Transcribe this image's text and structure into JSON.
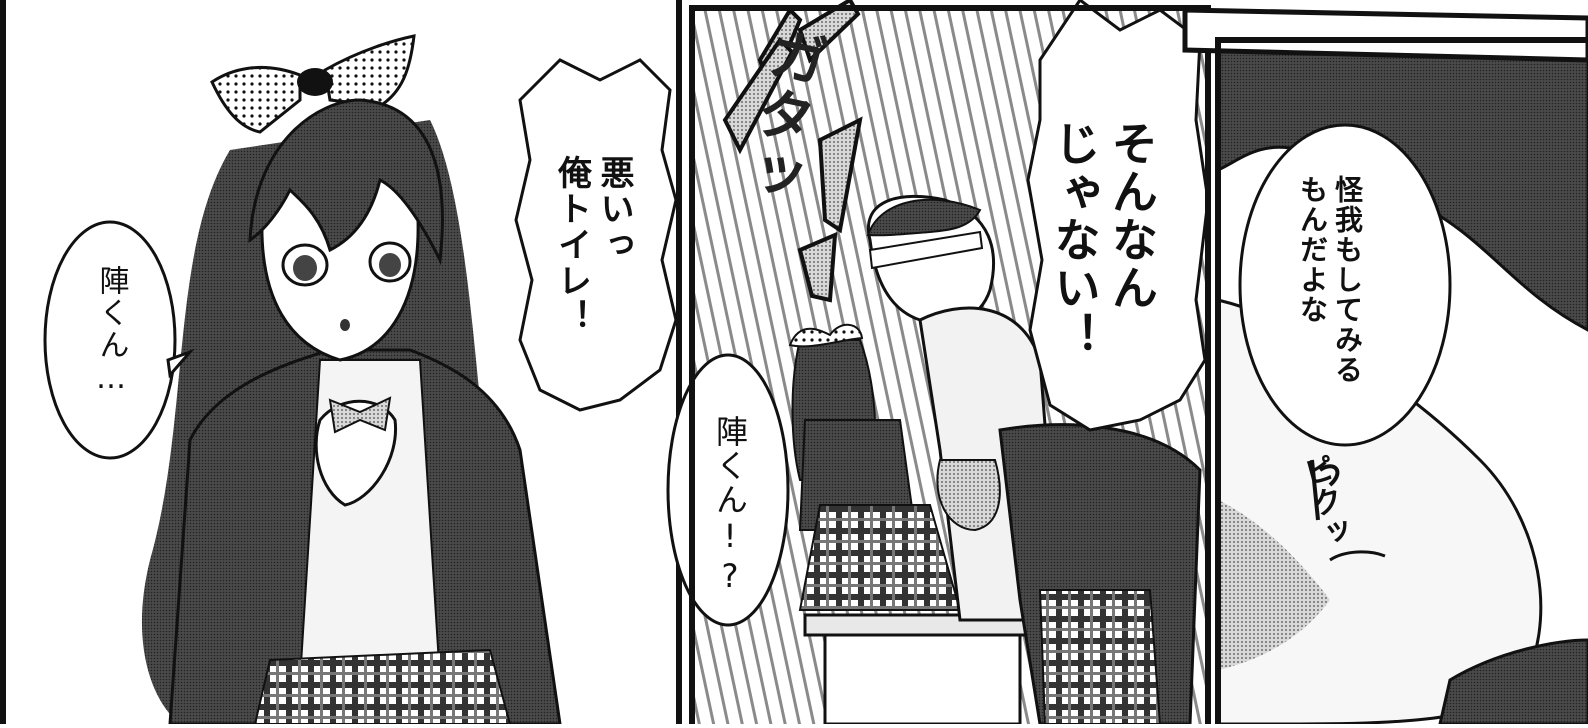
{
  "panels": [
    {
      "id": "left",
      "speech": [
        {
          "text": "陣くん…"
        },
        {
          "text": "悪いっ\n俺トイレ！"
        }
      ]
    },
    {
      "id": "middle",
      "speech": [
        {
          "text": "陣くん!?"
        },
        {
          "text": "そんなん\nじゃない！"
        }
      ],
      "sfx": {
        "text": "ガタッ"
      }
    },
    {
      "id": "right",
      "speech": [
        {
          "text": "怪我もしてみる\nもんだよな"
        }
      ],
      "sfx": {
        "text": "ピクッ"
      }
    }
  ],
  "colors": {
    "ink": "#111111",
    "paper": "#ffffff",
    "tone": "#9a9a9a"
  }
}
